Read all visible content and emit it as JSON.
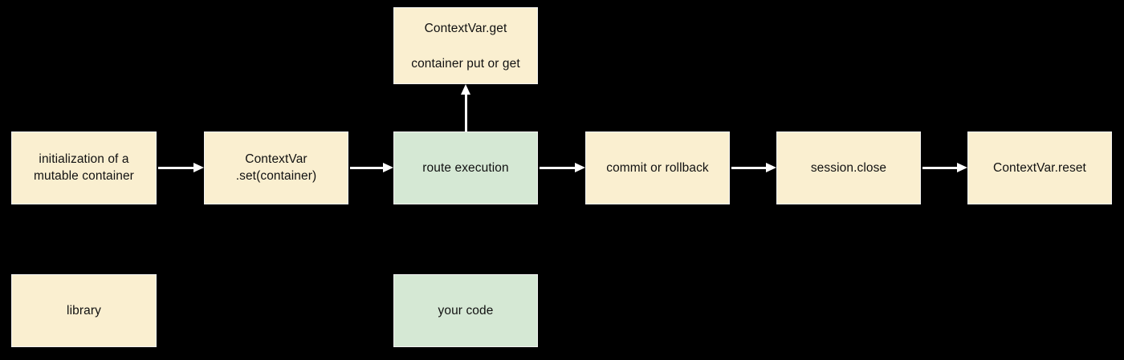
{
  "diagram": {
    "background_color": "#000000",
    "palette": {
      "library_fill": "#faefd0",
      "your_code_fill": "#d5e8d4",
      "border": "#f2f2f2",
      "arrow": "#ffffff",
      "text": "#111111"
    },
    "flow_nodes": [
      {
        "id": "init-container",
        "lines": [
          "initialization of a",
          "mutable container"
        ],
        "category": "library"
      },
      {
        "id": "contextvar-set",
        "lines": [
          "ContextVar",
          ".set(container)"
        ],
        "category": "library"
      },
      {
        "id": "route-execution",
        "lines": [
          "route execution"
        ],
        "category": "your_code"
      },
      {
        "id": "commit-or-rollback",
        "lines": [
          "commit or rollback"
        ],
        "category": "library"
      },
      {
        "id": "session-close",
        "lines": [
          "session.close"
        ],
        "category": "library"
      },
      {
        "id": "contextvar-reset",
        "lines": [
          "ContextVar.reset"
        ],
        "category": "library"
      }
    ],
    "branch_node": {
      "id": "contextvar-get",
      "lines": [
        "ContextVar.get",
        "container put or get"
      ],
      "category": "library"
    },
    "legend": [
      {
        "id": "legend-library",
        "label": "library",
        "category": "library"
      },
      {
        "id": "legend-your-code",
        "label": "your code",
        "category": "your_code"
      }
    ]
  }
}
